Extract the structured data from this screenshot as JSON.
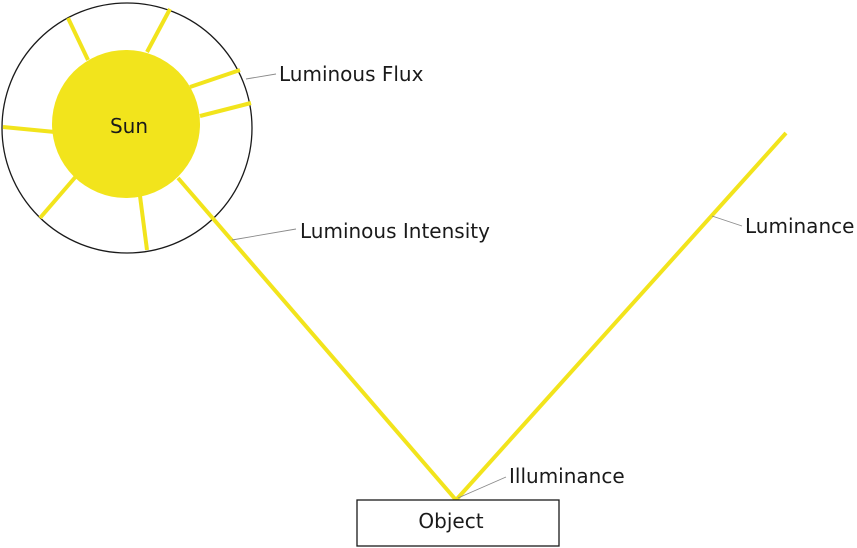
{
  "diagram": {
    "source_label": "Sun",
    "target_label": "Object",
    "annotations": {
      "flux": "Luminous Flux",
      "intensity": "Luminous Intensity",
      "luminance": "Luminance",
      "illuminance": "Illuminance"
    }
  },
  "colors": {
    "light": "#f2e41c",
    "outline": "#1a1a1a",
    "leader": "#8a8a8a",
    "background": "#ffffff"
  }
}
